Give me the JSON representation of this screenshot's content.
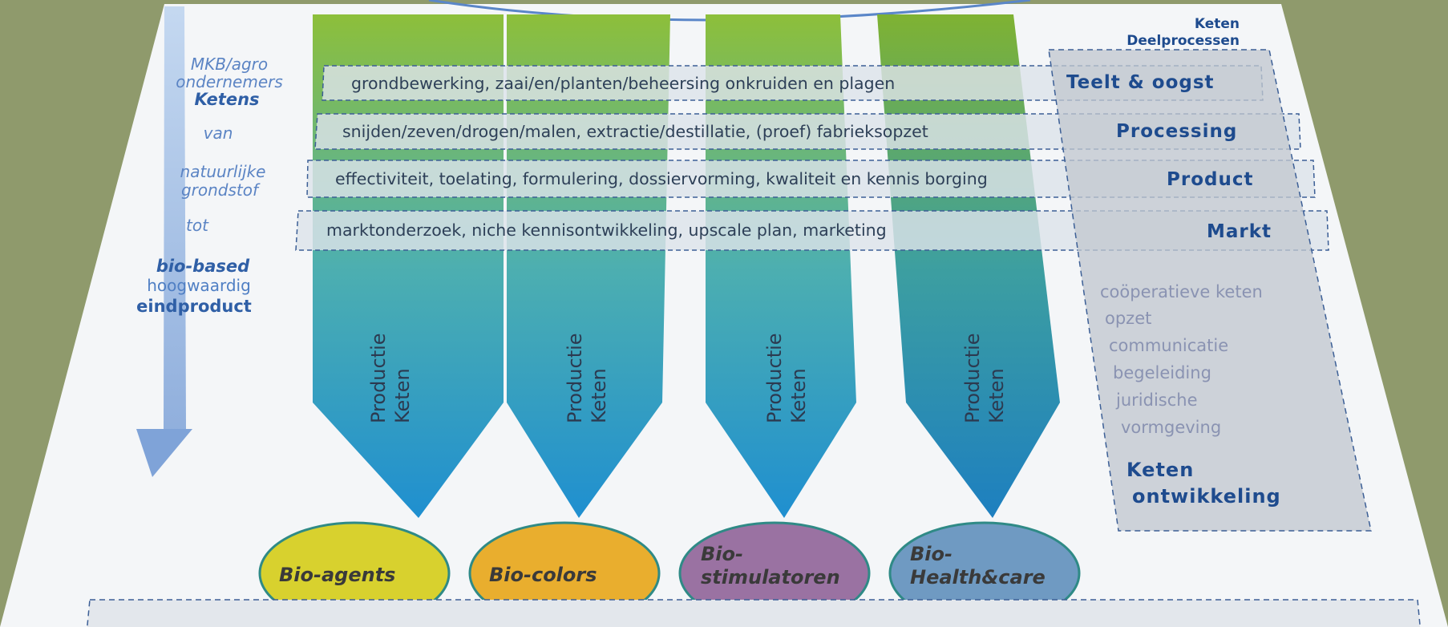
{
  "left_labels": {
    "mkb": "MKB/agro",
    "ondernemers": "ondernemers",
    "ketens": "Ketens",
    "van": "van",
    "natuurlijke": "natuurlijke",
    "grondstof": "grondstof",
    "tot": "tot",
    "biobased": "bio-based",
    "hoogwaardig": "hoogwaardig",
    "eindproduct": "eindproduct"
  },
  "header": {
    "line1": "Keten",
    "line2": "Deelprocessen"
  },
  "rows": [
    {
      "text": "grondbewerking, zaai/en/planten/beheersing onkruiden en plagen",
      "stage": "Teelt  & oogst"
    },
    {
      "text": "snijden/zeven/drogen/malen, extractie/destillatie, (proef) fabrieksopzet",
      "stage": "Processing"
    },
    {
      "text": "effectiviteit, toelating, formulering, dossiervorming, kwaliteit en kennis borging",
      "stage": "Product"
    },
    {
      "text": "marktonderzoek, niche kennisontwikkeling, upscale plan, marketing",
      "stage": "Markt"
    }
  ],
  "chain_label": {
    "line1": "Productie",
    "line2": "Keten"
  },
  "side_items": [
    "coöperatieve keten",
    "opzet",
    "communicatie",
    "begeleiding",
    "juridische",
    "vormgeving"
  ],
  "side_title": {
    "line1": "Keten",
    "line2": "ontwikkeling"
  },
  "products": [
    {
      "line1": "Bio-agents",
      "line2": "",
      "color": "#d8d12e"
    },
    {
      "line1": "Bio-colors",
      "line2": "",
      "color": "#e9ae2e"
    },
    {
      "line1": "Bio-",
      "line2": "stimulatoren",
      "color": "#9a72a2"
    },
    {
      "line1": "Bio-",
      "line2": "Health&care",
      "color": "#6f9ac2"
    }
  ]
}
